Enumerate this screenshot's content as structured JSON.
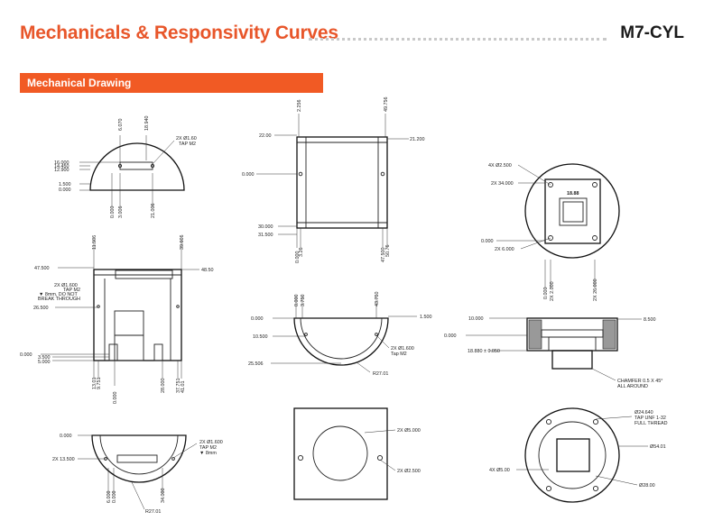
{
  "header": {
    "title": "Mechanicals & Responsivity Curves",
    "model": "M7-CYL"
  },
  "section": {
    "label": "Mechanical Drawing"
  },
  "drawings": {
    "top_cap": {
      "vert": [
        "6.070",
        "18.940",
        "0.000",
        "3.006",
        "21.006"
      ],
      "left": [
        "16.000",
        "14.450",
        "12.900",
        "1.500",
        "0.000"
      ],
      "note": [
        "2X Ø1.60",
        "TAP M2"
      ]
    },
    "side": {
      "top": [
        "2.256",
        "49.756"
      ],
      "left": [
        "22.00",
        "0.000",
        "30.000",
        "31.500"
      ],
      "right": [
        "21.200"
      ],
      "bottom": [
        "0.000",
        "3.26",
        "47.500",
        "50.76"
      ]
    },
    "front_view": {
      "left": [
        "4X Ø2.500",
        "2X 34.000",
        "0.000",
        "2X 6.000"
      ],
      "bottom": [
        "0.000",
        "2X 2.000",
        "2X 26.000"
      ],
      "label": "18.88"
    },
    "section_view": {
      "top": [
        "11.506",
        "39.606"
      ],
      "left": [
        "47.500",
        "0.000",
        "3.500",
        "5.000",
        "26.500"
      ],
      "right": [
        "48.50"
      ],
      "note": [
        "2X Ø1.600",
        "TAP M2",
        "▼ 8mm, DO NOT",
        "BREAK THROUGH"
      ],
      "bottom": [
        "13.01",
        "9.751",
        "0.000",
        "28.000",
        "37.751",
        "41.01"
      ]
    },
    "mid_cap": {
      "top": [
        "0.000",
        "3.750",
        "43.750"
      ],
      "left": [
        "0.000",
        "10.500",
        "25.506"
      ],
      "right": [
        "1.500"
      ],
      "note": [
        "2X Ø1.600",
        "Tap M2"
      ],
      "radius": "R27.01"
    },
    "right_section": {
      "left": [
        "10.000",
        "0.000",
        "18.880 ± 0.050"
      ],
      "right": [
        "8.500"
      ],
      "note": [
        "CHAMFER 0.5 X 45°",
        "ALL AROUND"
      ]
    },
    "bottom_cap": {
      "left": [
        "0.000",
        "2X 13.500"
      ],
      "note": [
        "2X Ø1.600",
        "TAP M2",
        "▼ 8mm"
      ],
      "bottom": [
        "6.000",
        "0.000",
        "34.000"
      ],
      "radius": "R27.01"
    },
    "plate": {
      "notes": [
        "2X Ø5.000",
        "2X Ø2.500"
      ]
    },
    "rear_view": {
      "notes": [
        "Ø24.640",
        "TAP UNF 1-32",
        "FULL THREAD",
        "Ø54.01",
        "Ø28.00",
        "4X Ø5.00"
      ]
    }
  }
}
